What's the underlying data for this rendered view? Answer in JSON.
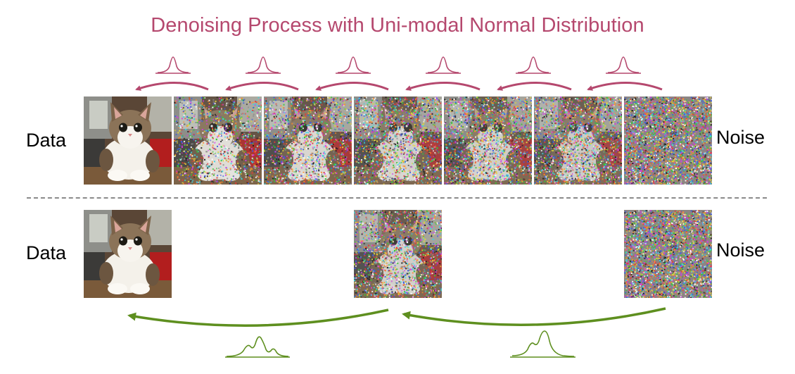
{
  "title": "Denoising Process with Uni-modal Normal Distribution",
  "top_row": {
    "left_label": "Data",
    "right_label": "Noise",
    "noise_levels": [
      0,
      0.45,
      0.58,
      0.68,
      0.76,
      0.84,
      1.0
    ]
  },
  "bottom_row": {
    "left_label": "Data",
    "right_label": "Noise",
    "noise_levels": [
      0,
      0.7,
      1.0
    ]
  },
  "colors": {
    "title": "#b5486e",
    "unimodal_arrow": "#b5486e",
    "multimodal_arrow": "#5e8f1f",
    "divider": "#8a8a8a"
  },
  "icons": {
    "unimodal": "bell-curve-icon",
    "multimodal": "multimodal-curve-icon"
  }
}
